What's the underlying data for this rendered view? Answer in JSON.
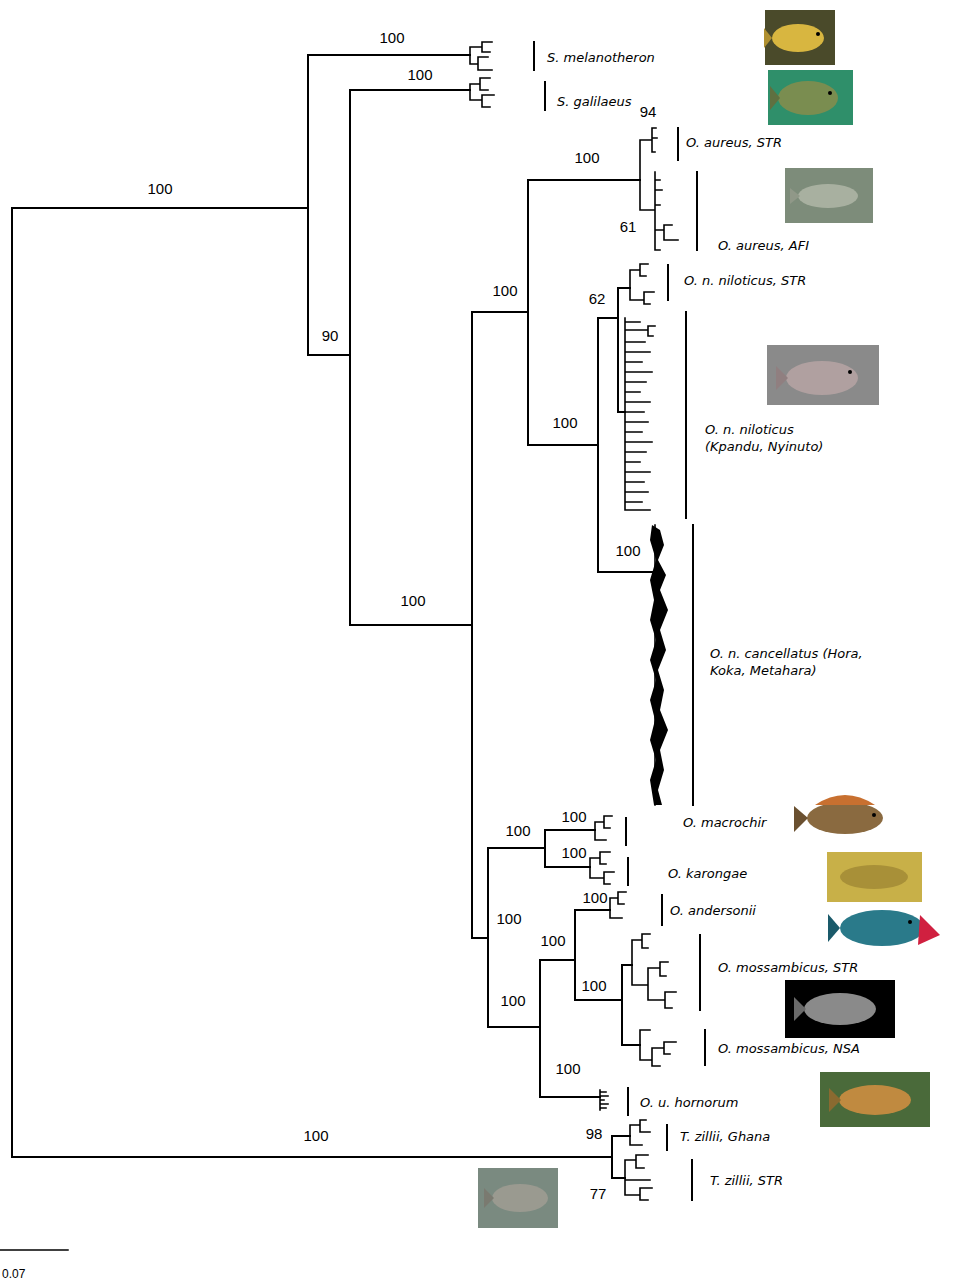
{
  "diagram": {
    "labels": [
      "100",
      "S. melanotheron",
      "100",
      "S. galilaeus",
      "100",
      "94",
      "O. aureus, STR",
      "100",
      "61",
      "O. aureus, AFI",
      "90",
      "100",
      "O. n. niloticus, STR",
      "62",
      "O. n. niloticus (Kpandu, Nyinuto)",
      "100",
      "100",
      "100",
      "O. n. cancellatus (Hora, Koka, Metahara)",
      "100",
      "100",
      "O. macrochir",
      "100",
      "O. karongae",
      "100",
      "100",
      "O. andersonii",
      "100",
      "O. mossambicus, STR",
      "100",
      "100",
      "O. mossambicus, NSA",
      "100",
      "O. u. hornorum",
      "98",
      "T. zillii, Ghana",
      "77",
      "T. zillii, STR",
      "100",
      "0.07"
    ]
  }
}
